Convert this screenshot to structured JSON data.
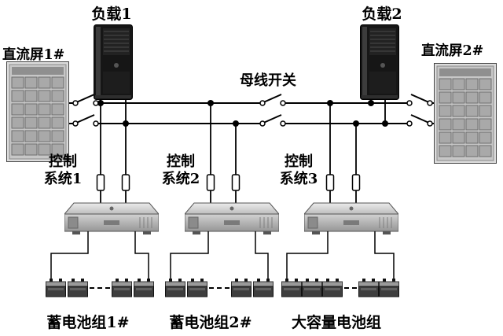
{
  "diagram": {
    "loads": [
      {
        "label": "负载1"
      },
      {
        "label": "负载2"
      }
    ],
    "dc_panels": [
      {
        "label": "直流屏1#"
      },
      {
        "label": "直流屏2#"
      }
    ],
    "bus_switch": {
      "label": "母线开关"
    },
    "control_systems": [
      {
        "label_line1": "控制",
        "label_line2": "系统1"
      },
      {
        "label_line1": "控制",
        "label_line2": "系统2"
      },
      {
        "label_line1": "控制",
        "label_line2": "系统3"
      }
    ],
    "battery_groups": [
      {
        "label": "蓄电池组1#"
      },
      {
        "label": "蓄电池组2#"
      },
      {
        "label": "大容量电池组"
      }
    ],
    "colors": {
      "wire": "#000000",
      "background": "#ffffff",
      "equipment_gray": "#c7c7c7",
      "tower_black": "#161616"
    }
  }
}
